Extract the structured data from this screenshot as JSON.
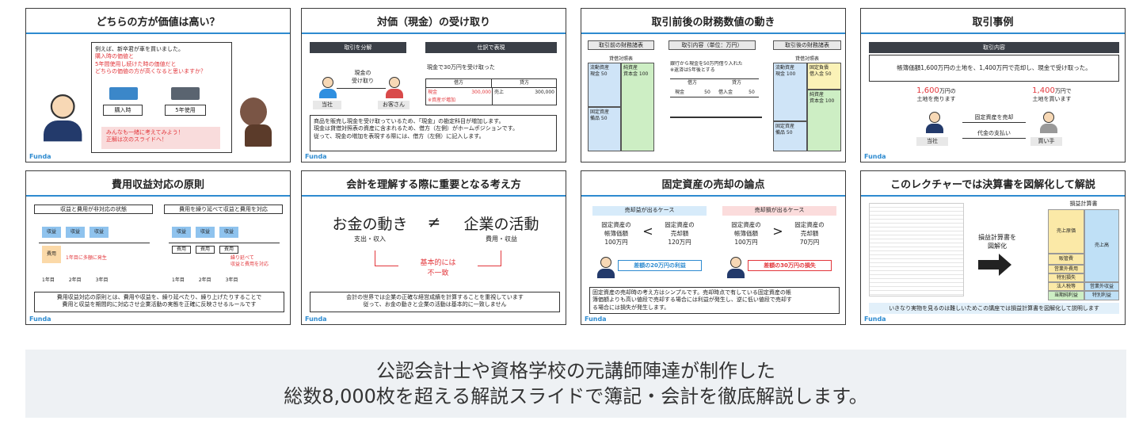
{
  "brand": "Funda",
  "slides": [
    {
      "title": "どちらの方が価値は高い？",
      "lines": [
        "例えば、新卒君が車を買いました。",
        "購入時の価値と",
        "5年間使用し続けた時の価値だと",
        "どちらの価値の方が高くなると思いますか？"
      ],
      "car1": "購入時",
      "car2": "5年使用",
      "note1": "みんなも一緒に考えてみよう！",
      "note2": "正解は次のスライドへ！"
    },
    {
      "title": "対価（現金）の受け取り",
      "left_header": "取引を分解",
      "right_header": "仕訳で表現",
      "receive1": "現金の",
      "receive2": "受け取り",
      "company": "当社",
      "customer": "お客さん",
      "journal_text": "現金で30万円を受け取った",
      "debit": "借方",
      "credit": "貸方",
      "row_debit": "現金",
      "row_debit_amount": "300,000",
      "row_credit": "売上",
      "row_credit_amount": "300,000",
      "row_note": "※資産が増加",
      "explain": [
        "商品を販売し現金を受け取っているため、「現金」の勘定科目が増加します。",
        "現金は貸借対照表の資産に含まれるため、借方（左側）がホームポジションです。",
        "従って、現金の増加を表現する際には、借方（左側）に記入します。"
      ]
    },
    {
      "title": "取引前後の財務数値の動き",
      "h1": "取引前の財務諸表",
      "h2": "取引内容（単位：万円）",
      "h3": "取引後の財務諸表",
      "bs": "貸借対照表",
      "bs2": "貸借対照表",
      "before_cur": [
        "流動資産",
        "現金 50"
      ],
      "before_net": [
        "純資産",
        "資本金 100"
      ],
      "before_fix": [
        "固定資産",
        "備品 50"
      ],
      "tx1": "銀行から現金を50万円借り入れた",
      "tx2": "※返済は5年後とする",
      "tx_debit": "借方",
      "tx_credit": "貸方",
      "tx_d": "現金",
      "tx_d_amt": "50",
      "tx_c": "借入金",
      "tx_c_amt": "50",
      "after_cur": [
        "流動資産",
        "現金 100"
      ],
      "after_liab": [
        "固定負債",
        "借入金 50"
      ],
      "after_net": [
        "純資産",
        "資本金 100"
      ],
      "after_fix": [
        "固定資産",
        "備品 50"
      ]
    },
    {
      "title": "取引事例",
      "header": "取引内容",
      "desc": "帳簿価額1,600万円の土地を、1,400万円で売却し、現金で受け取った。",
      "left_amt": "1,600",
      "left_unit": "万円の",
      "left_txt": "土地を売ります",
      "right_amt": "1,400",
      "right_unit": "万円で",
      "right_txt": "土地を買います",
      "arrow1": "固定資産を売却",
      "arrow2": "代金の支払い",
      "company": "当社",
      "buyer": "買い手"
    },
    {
      "title": "費用収益対応の原則",
      "left_head": "収益と費用が非対応の状態",
      "right_head": "費用を繰り延べて収益と費用を対応",
      "rev": "収益",
      "exp": "費用",
      "note_left": "1年目に多額に発生",
      "note_right1": "繰り延べて",
      "note_right2": "収益と費用を対応",
      "years": [
        "1年目",
        "2年目",
        "3年目"
      ],
      "explain": [
        "費用収益対応の原則とは、費用や収益を、繰り延べたり、繰り上げたりすることで",
        "費用と収益を期間的に対応させ企業活動の実態を正確に反映させるルールです"
      ]
    },
    {
      "title": "会計を理解する際に重要となる考え方",
      "left": "お金の動き",
      "left_sub": "支出・収入",
      "neq": "≠",
      "right": "企業の活動",
      "right_sub": "費用・収益",
      "mid1": "基本的には",
      "mid2": "不一致",
      "explain": [
        "会計の世界では企業の正確な経営成績を計算することを重視しています",
        "従って、お金の動きと企業の活動は基本的に一致しません"
      ]
    },
    {
      "title": "固定資産の売却の論点",
      "gain_head": "売却益が出るケース",
      "loss_head": "売却損が出るケース",
      "book": [
        "固定資産の",
        "帳簿価額"
      ],
      "sale": [
        "固定資産の",
        "売却額"
      ],
      "lt": "<",
      "gt": ">",
      "g_book": "100万円",
      "g_sale": "120万円",
      "l_book": "100万円",
      "l_sale": "70万円",
      "g_badge": "差額の20万円の利益",
      "l_badge": "差額の30万円の損失",
      "explain": [
        "固定資産の売却時の考え方はシンプルです。売却時点で有している固定資産の帳",
        "簿価額よりも高い値段で売却する場合には利益が発生し、逆に低い値段で売却す",
        "る場合には損失が発生します。"
      ]
    },
    {
      "title": "このレクチャーでは決算書を図解化して解説",
      "arrow_txt1": "損益計算書を",
      "arrow_txt2": "図解化",
      "pl_title": "損益計算書",
      "cogs": "売上原価",
      "sga": "販管費",
      "ne": "営業外費用",
      "sl": "特別損失",
      "tax": "法人税等",
      "ni": "当期純利益",
      "sales": "売上高",
      "ni2": "営業外収益",
      "sg": "特別利益",
      "footer": "いきなり実物を見るのは難しいためこの講座では損益計算書を図解化して説明します"
    }
  ],
  "banner": {
    "line1": "公認会計士や資格学校の元講師陣達が制作した",
    "line2": "総数8,000枚を超える解説スライドで簿記・会計を徹底解説します。"
  }
}
